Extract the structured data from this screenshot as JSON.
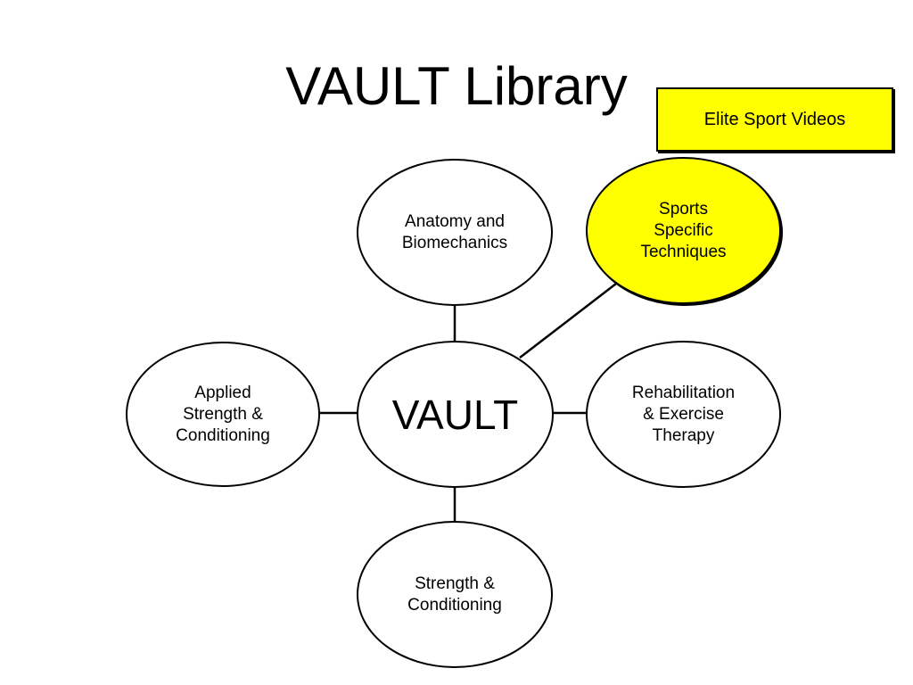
{
  "slide": {
    "title": "VAULT Library",
    "callout_label": "Elite Sport Videos"
  },
  "diagram": {
    "center": "VAULT",
    "nodes": {
      "anatomy": "Anatomy and\nBiomechanics",
      "sports_specific": "Sports\nSpecific\nTechniques",
      "applied_sc": "Applied\nStrength &\nConditioning",
      "rehab": "Rehabilitation\n& Exercise\nTherapy",
      "strength": "Strength &\nConditioning"
    }
  },
  "colors": {
    "highlight": "#ffff00",
    "outline": "#000000",
    "background": "#ffffff"
  }
}
